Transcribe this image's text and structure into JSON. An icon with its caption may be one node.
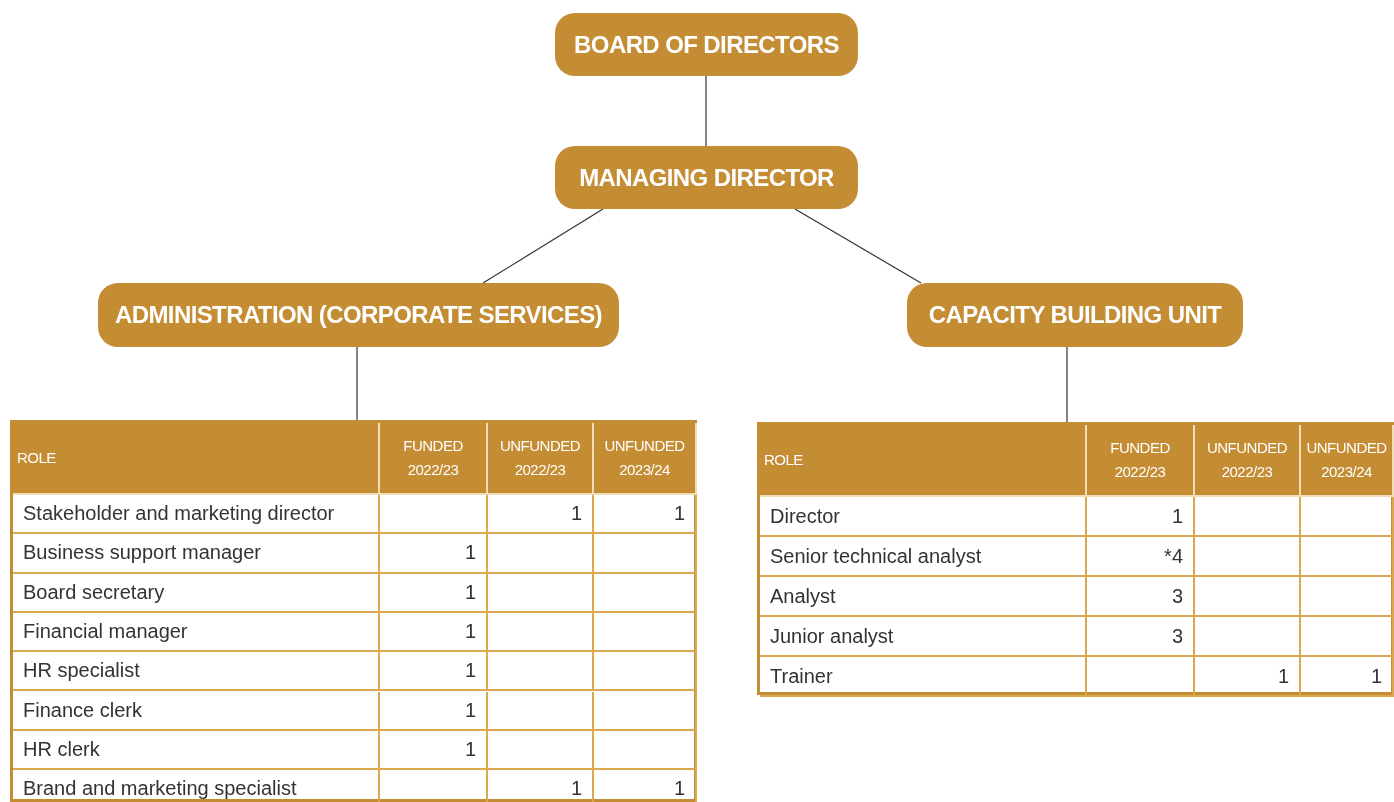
{
  "diagram": {
    "nodes": [
      {
        "text": [
          "BOARD OF DIRECTORS"
        ]
      },
      {
        "text": [
          "MANAGING DIRECTOR"
        ]
      },
      {
        "text": [
          "ADMINISTRATION (CORPORATE SERVICES)"
        ]
      },
      {
        "text": [
          "CAPACITY BUILDING UNIT"
        ]
      },
      {
        "text": [
          "ROLE",
          "FUNDED 2022/23",
          "UNFUNDED 2022/23",
          "UNFUNDED 2023/24",
          "Stakeholder and marketing director",
          "1",
          "1",
          "Business support manager",
          "1",
          "Board secretary",
          "1",
          "Financial manager",
          "1",
          "HR specialist",
          "1",
          "Finance clerk",
          "1",
          "HR clerk",
          "1",
          "Brand and marketing specialist",
          "1",
          "1"
        ]
      },
      {
        "text": [
          "ROLE",
          "FUNDED 2022/23",
          "UNFUNDED 2022/23",
          "UNFUNDED 2023/24",
          "Director",
          "1",
          "Senior technical analyst",
          "*4",
          "Analyst",
          "3",
          "Junior analyst",
          "3",
          "Trainer",
          "1",
          "1"
        ]
      }
    ],
    "edges": [
      {
        "from": 0,
        "to": 1,
        "arrow": "none"
      },
      {
        "from": 1,
        "to": 2,
        "arrow": "none"
      },
      {
        "from": 1,
        "to": 3,
        "arrow": "none"
      },
      {
        "from": 2,
        "to": 4,
        "arrow": "none"
      },
      {
        "from": 3,
        "to": 5,
        "arrow": "none"
      }
    ]
  }
}
